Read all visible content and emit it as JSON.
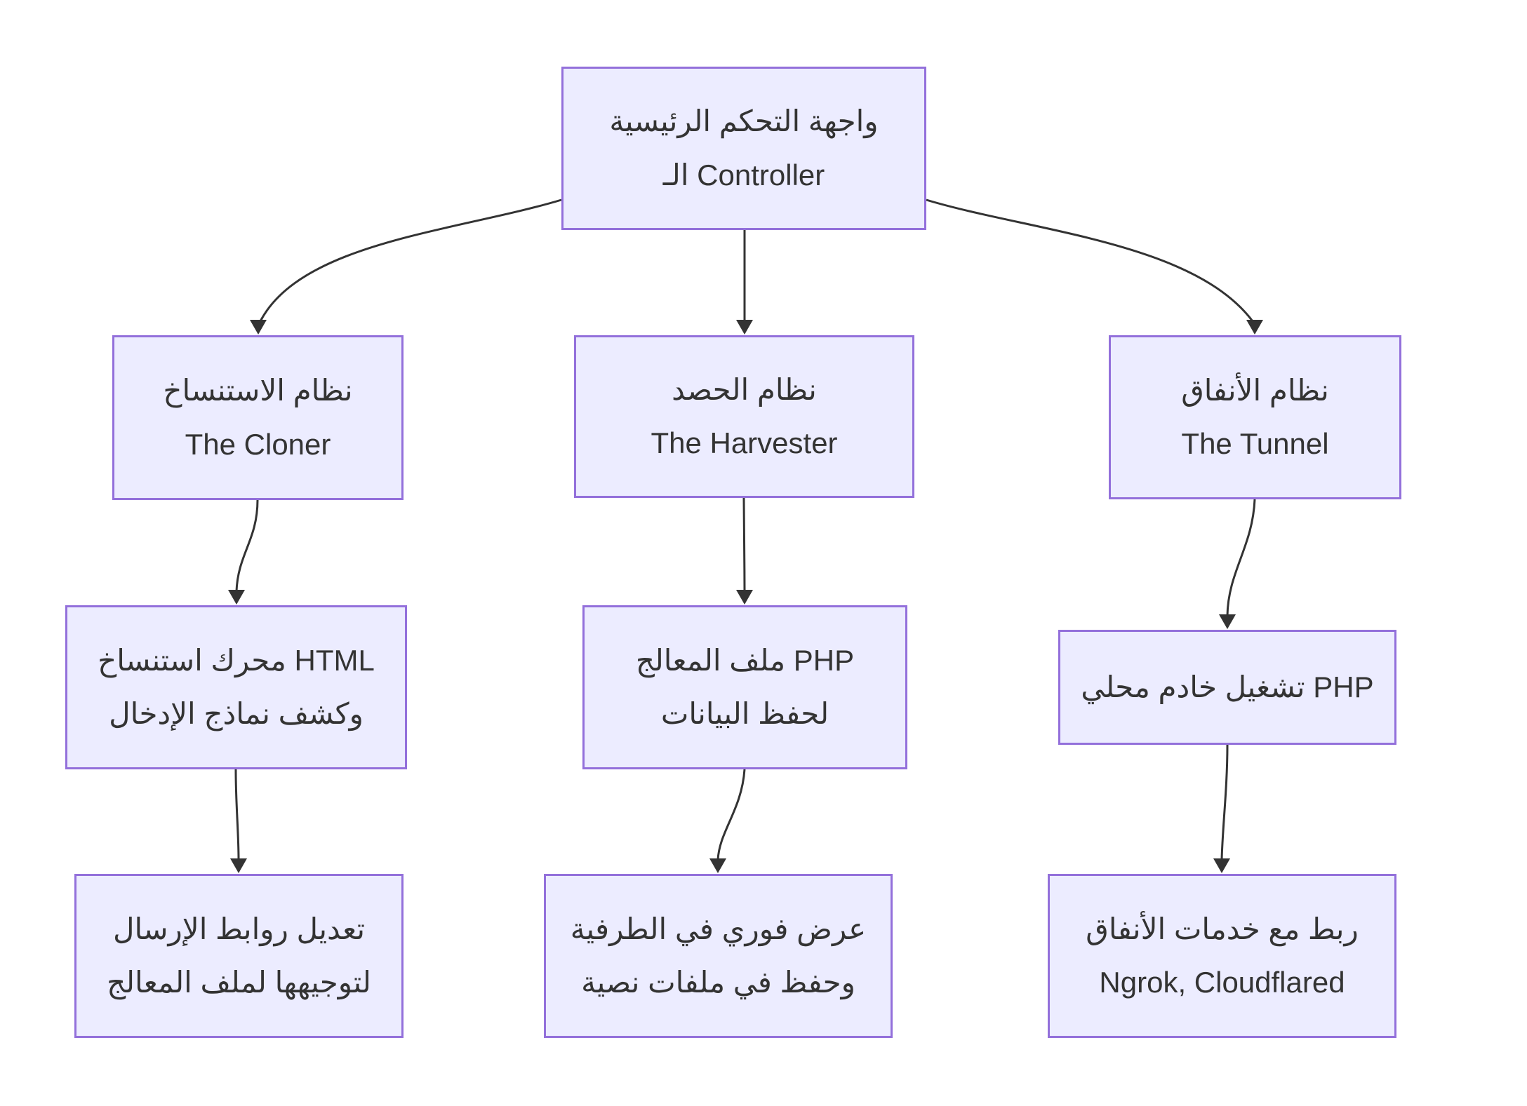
{
  "colors": {
    "node_fill": "#ECECFF",
    "node_border": "#9370DB",
    "edge": "#333333",
    "text": "#333333",
    "background": "#FFFFFF"
  },
  "nodes": {
    "controller": {
      "lines": [
        "واجهة التحكم الرئيسية",
        "الـ Controller"
      ]
    },
    "cloner": {
      "lines": [
        "نظام الاستنساخ",
        "The Cloner"
      ]
    },
    "harvester": {
      "lines": [
        "نظام الحصد",
        "The Harvester"
      ]
    },
    "tunnel": {
      "lines": [
        "نظام الأنفاق",
        "The Tunnel"
      ]
    },
    "cloner_engine": {
      "lines": [
        "محرك استنساخ HTML",
        "وكشف نماذج الإدخال"
      ]
    },
    "php_handler": {
      "lines": [
        "ملف المعالج PHP",
        "لحفظ البيانات"
      ]
    },
    "php_server": {
      "lines": [
        "تشغيل خادم محلي PHP"
      ]
    },
    "modify_links": {
      "lines": [
        "تعديل روابط الإرسال",
        "لتوجيهها لملف المعالج"
      ]
    },
    "terminal_save": {
      "lines": [
        "عرض فوري في الطرفية",
        "وحفظ في ملفات نصية"
      ]
    },
    "tunnel_services": {
      "lines": [
        "ربط مع خدمات الأنفاق",
        "Ngrok, Cloudflared"
      ]
    }
  }
}
